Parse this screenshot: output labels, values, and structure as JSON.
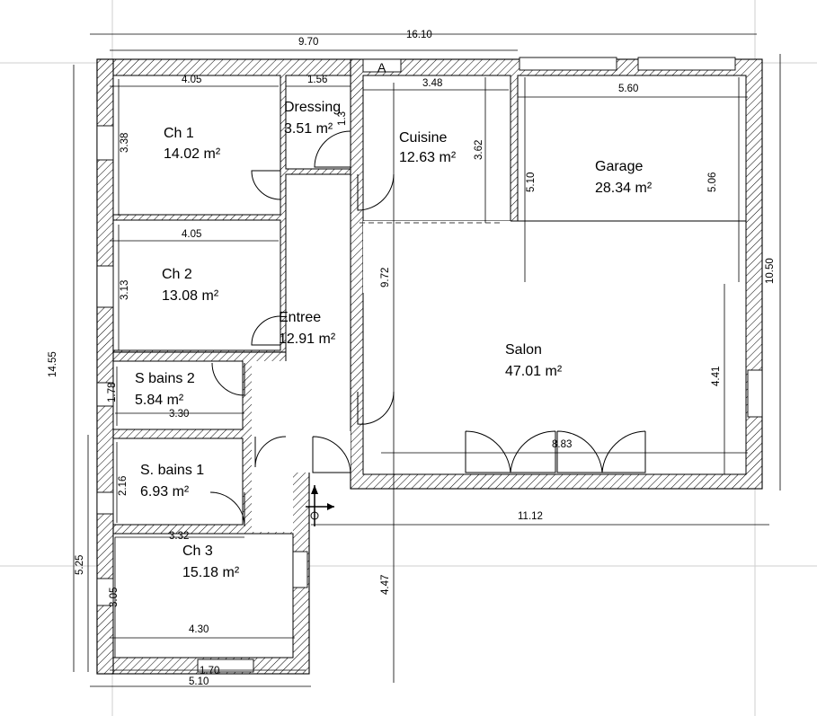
{
  "rooms": [
    {
      "name": "Ch 1",
      "area": "14.02 m²"
    },
    {
      "name": "Dressing",
      "area": "3.51 m²"
    },
    {
      "name": "Cuisine",
      "area": "12.63 m²"
    },
    {
      "name": "Garage",
      "area": "28.34 m²"
    },
    {
      "name": "Ch 2",
      "area": "13.08 m²"
    },
    {
      "name": "Entree",
      "area": "12.91 m²"
    },
    {
      "name": "Salon",
      "area": "47.01 m²"
    },
    {
      "name": "S bains 2",
      "area": "5.84 m²"
    },
    {
      "name": "S. bains 1",
      "area": "6.93 m²"
    },
    {
      "name": "Ch 3",
      "area": "15.18 m²"
    }
  ],
  "dimensions": {
    "overall_width": "16.10",
    "left_width": "9.70",
    "ch1_width": "4.05",
    "dressing_width": "1.56",
    "cuisine_width": "3.48",
    "garage_width": "5.60",
    "ch1_height": "3.38",
    "ch2_width": "4.05",
    "ch2_height": "3.13",
    "cuisine_height": "3.62",
    "garage_left_height": "5.10",
    "garage_right_height": "5.06",
    "right_height": "10.50",
    "overall_height": "14.55",
    "entree_height": "9.72",
    "sdb2_height": "1.78",
    "sdb2_width": "3.30",
    "salon_width": "8.83",
    "salon_height": "4.41",
    "sdb1_height": "2.16",
    "sdb1_width": "3.32",
    "ch3_width": "4.30",
    "ch3_height": "3.05",
    "lower_height": "5.25",
    "lower_vertical": "4.47",
    "right_dim": "11.12",
    "window_width": "1.70",
    "bottom_width": "5.10",
    "dressing_depth": "1.3"
  },
  "section_marker": "A"
}
